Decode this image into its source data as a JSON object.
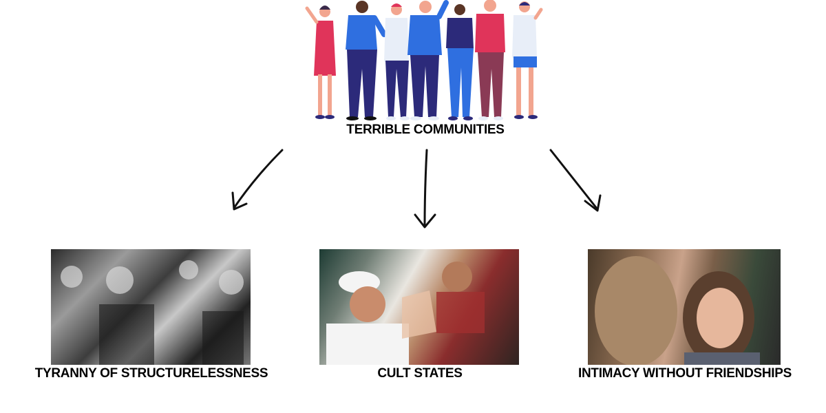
{
  "root": {
    "label": "TERRIBLE COMMUNITIES"
  },
  "branches": [
    {
      "label": "TYRANNY OF STRUCTURELESSNESS"
    },
    {
      "label": "CULT STATES"
    },
    {
      "label": "INTIMACY WITHOUT FRIENDSHIPS"
    }
  ],
  "colors": {
    "person_red": "#e0345a",
    "person_blue": "#2f6fe0",
    "person_navy": "#2c2a7a",
    "person_light": "#e8eef8",
    "person_maroon": "#8a3a55",
    "skin_light": "#f2a58f",
    "skin_dark": "#5a3525"
  }
}
